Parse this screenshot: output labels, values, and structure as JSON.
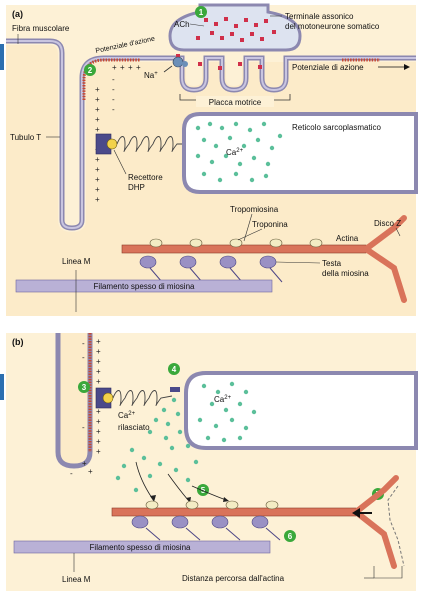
{
  "panel_a": {
    "letter": "(a)",
    "labels": {
      "muscle_fiber": "Fibra muscolare",
      "ach": "ACh",
      "axon_terminal_1": "Terminale assonico",
      "axon_terminal_2": "del motoneurone somatico",
      "ap_curved": "Potenziale d'azione",
      "na": "Na",
      "na_sup": "+",
      "ap_right": "Potenziale di azione",
      "end_plate": "Placca motrice",
      "t_tubule": "Tubulo T",
      "sr": "Reticolo sarcoplasmatico",
      "ca": "Ca",
      "ca_sup": "2+",
      "dhp_1": "Recettore",
      "dhp_2": "DHP",
      "tropomyosin": "Tropomiosina",
      "troponin": "Troponina",
      "z_disc": "Disco Z",
      "actin": "Actina",
      "m_line": "Linea M",
      "myosin_head_1": "Testa",
      "myosin_head_2": "della miosina",
      "thick_filament": "Filamento spesso di miosina"
    },
    "steps": [
      "1",
      "2"
    ]
  },
  "panel_b": {
    "letter": "(b)",
    "labels": {
      "ca": "Ca",
      "ca_sup": "2+",
      "ca_released_1": "Ca",
      "ca_released_sup": "2+",
      "ca_released_2": "rilasciato",
      "thick_filament": "Filamento spesso di miosina",
      "m_line": "Linea M",
      "actin_distance": "Distanza percorsa dall'actina"
    },
    "steps": [
      "3",
      "4",
      "5",
      "6",
      "7"
    ]
  },
  "colors": {
    "panel_bg": "#fdf1d6",
    "step_circle": "#3aa83b",
    "actin": "#d9735a",
    "myosin": "#b9b1d6",
    "calcium": "#5bbf9a",
    "ach": "#d0304a",
    "membrane": "#8c88b0"
  }
}
